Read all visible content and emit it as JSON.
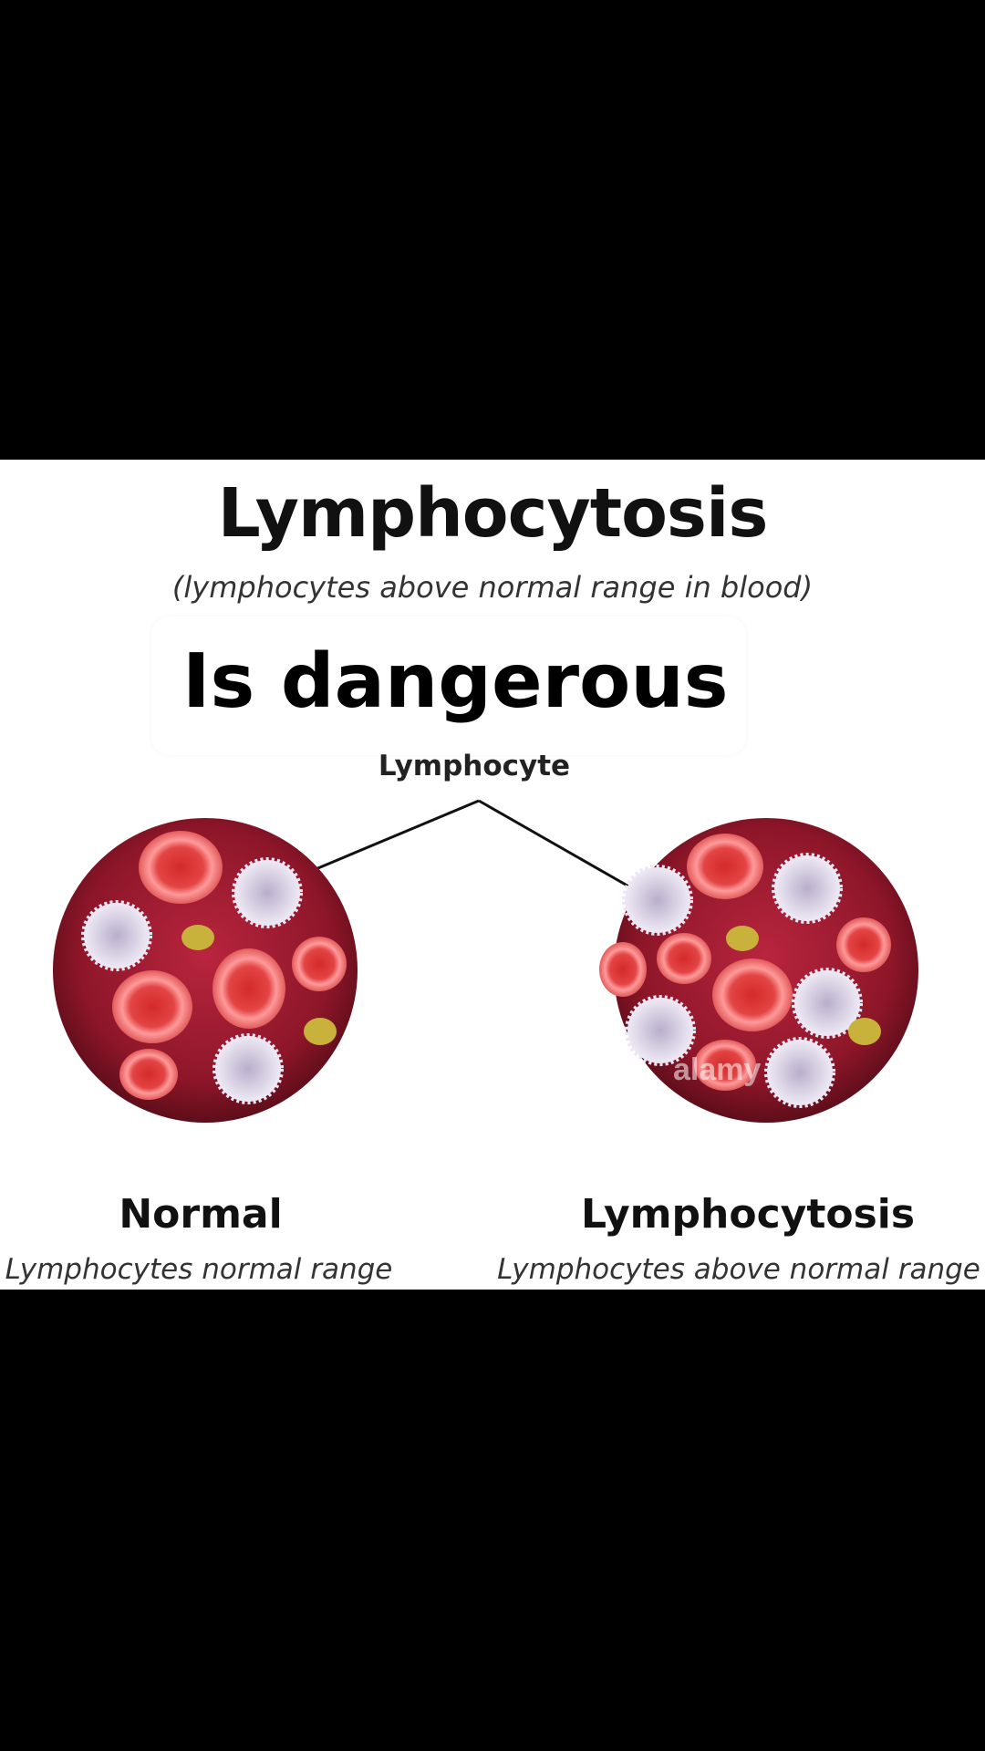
{
  "diagram": {
    "title": "Lymphocytosis",
    "subtitle": "(lymphocytes above normal range in blood)",
    "overlay_text": "Is dangerous",
    "pointer_label": "Lymphocyte",
    "panels": [
      {
        "label": "Normal",
        "sublabel": "Lymphocytes normal range"
      },
      {
        "label": "Lymphocytosis",
        "sublabel": "Lymphocytes above normal range"
      }
    ],
    "watermark": "alamy"
  },
  "colors": {
    "background": "#000000",
    "panel": "#ffffff",
    "plasma": "#9b1b30",
    "red_cell": "#e23c3c",
    "red_cell_rim": "#ff8a8a",
    "lymphocyte": "#cfc6dc",
    "platelet": "#c9b23c"
  },
  "icons": [
    "red-blood-cell-icon",
    "lymphocyte-icon",
    "platelet-icon"
  ]
}
